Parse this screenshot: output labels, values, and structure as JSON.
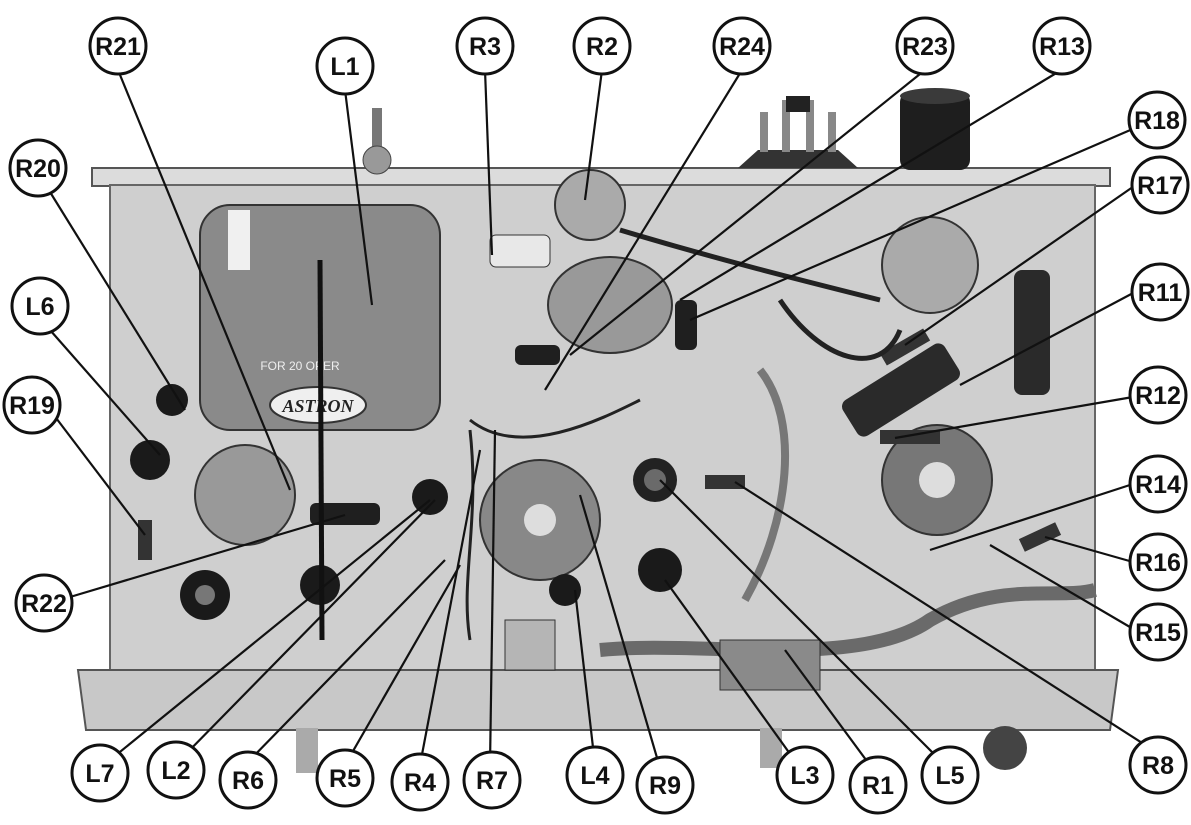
{
  "colors": {
    "background": "#ffffff",
    "ink": "#111111",
    "chassis": "#cfcfcf",
    "photo_dark": "#2b2b2b",
    "photo_mid": "#8a8a8a"
  },
  "callouts": [
    {
      "id": "R21",
      "label": "R21"
    },
    {
      "id": "L1",
      "label": "L1"
    },
    {
      "id": "R3",
      "label": "R3"
    },
    {
      "id": "R2",
      "label": "R2"
    },
    {
      "id": "R24",
      "label": "R24"
    },
    {
      "id": "R23",
      "label": "R23"
    },
    {
      "id": "R13",
      "label": "R13"
    },
    {
      "id": "R18",
      "label": "R18"
    },
    {
      "id": "R20",
      "label": "R20"
    },
    {
      "id": "R17",
      "label": "R17"
    },
    {
      "id": "L6",
      "label": "L6"
    },
    {
      "id": "R11",
      "label": "R11"
    },
    {
      "id": "R19",
      "label": "R19"
    },
    {
      "id": "R12",
      "label": "R12"
    },
    {
      "id": "R14",
      "label": "R14"
    },
    {
      "id": "R16",
      "label": "R16"
    },
    {
      "id": "R22",
      "label": "R22"
    },
    {
      "id": "R15",
      "label": "R15"
    },
    {
      "id": "L7",
      "label": "L7"
    },
    {
      "id": "L2",
      "label": "L2"
    },
    {
      "id": "R6",
      "label": "R6"
    },
    {
      "id": "R5",
      "label": "R5"
    },
    {
      "id": "R4",
      "label": "R4"
    },
    {
      "id": "R7",
      "label": "R7"
    },
    {
      "id": "L4",
      "label": "L4"
    },
    {
      "id": "R9",
      "label": "R9"
    },
    {
      "id": "L3",
      "label": "L3"
    },
    {
      "id": "R1",
      "label": "R1"
    },
    {
      "id": "L5",
      "label": "L5"
    },
    {
      "id": "R8",
      "label": "R8"
    }
  ],
  "photo_text": {
    "capacitor_brand": "ASTRON",
    "capacitor_marking": "FOR 20 OPER"
  }
}
